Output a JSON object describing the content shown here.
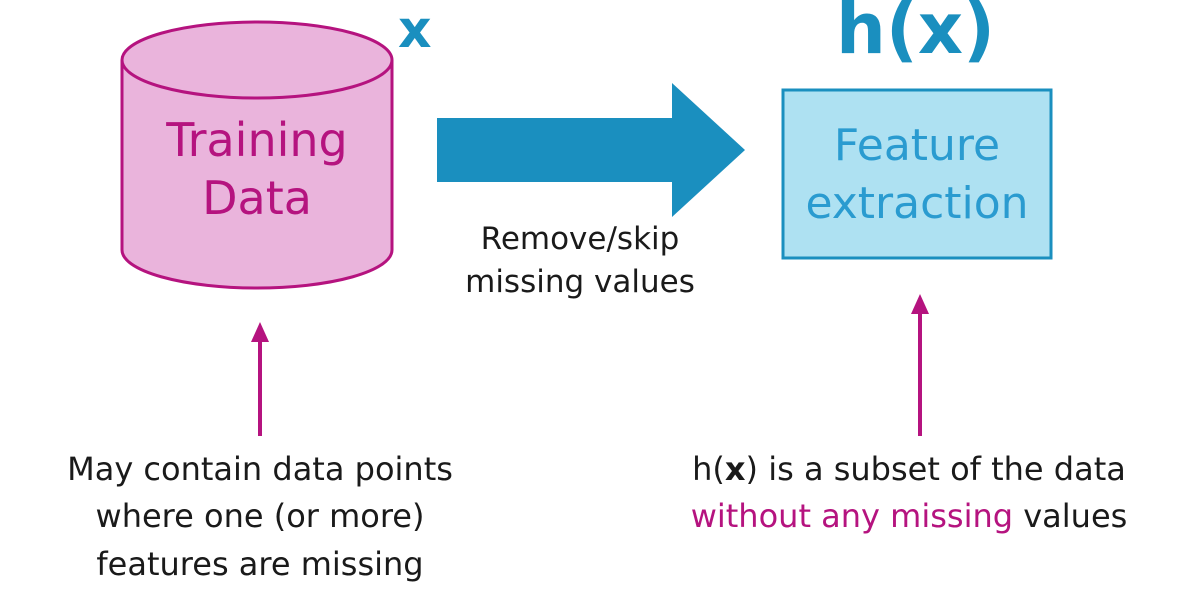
{
  "diagram": {
    "database": {
      "line1": "Training",
      "line2": "Data",
      "variable": "x"
    },
    "arrow": {
      "line1": "Remove/skip",
      "line2": "missing values"
    },
    "feature_box": {
      "line1": "Feature",
      "line2": "extraction",
      "function_label": "h(x)"
    },
    "left_note": {
      "line1": "May contain data points",
      "line2": "where one (or more)",
      "line3": "features are missing"
    },
    "right_note": {
      "line1_prefix": "h(",
      "line1_var": "x",
      "line1_suffix": ") is a subset of the data",
      "line2_highlight": "without any missing",
      "line2_rest": " values"
    }
  },
  "colors": {
    "database_fill": "#eab4dc",
    "database_stroke": "#b5137f",
    "accent_magenta": "#b5137f",
    "arrow_blue": "#1a8fbf",
    "box_fill": "#aee1f2",
    "box_stroke": "#1a8fbf",
    "pointer_magenta": "#b5137f"
  },
  "icons": {
    "database": "cylinder-database-icon",
    "main_arrow": "right-arrow-icon",
    "pointer_arrows": "up-arrow-icon"
  }
}
